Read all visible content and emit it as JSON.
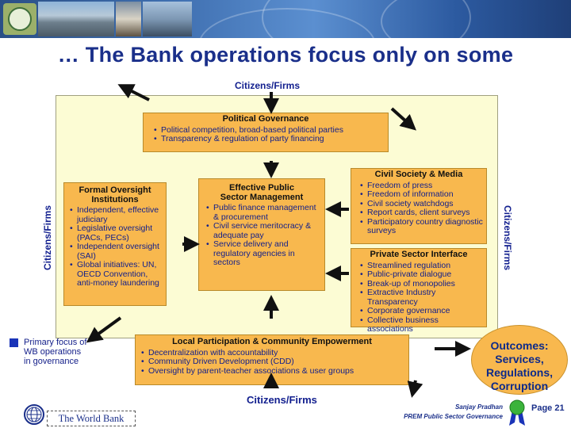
{
  "title": "… The Bank operations focus only on some",
  "labels": {
    "top": "Citizens/Firms",
    "bottom": "Citizens/Firms",
    "left": "Citizens/Firms",
    "right": "Citizens/Firms"
  },
  "political": {
    "heading": "Political Governance",
    "items": [
      "Political competition, broad-based political parties",
      "Transparency & regulation of party financing"
    ]
  },
  "formal": {
    "heading": "Formal Oversight Institutions",
    "items": [
      "Independent, effective judiciary",
      "Legislative oversight (PACs, PECs)",
      "Independent oversight (SAI)",
      "Global initiatives: UN, OECD Convention, anti-money laundering"
    ]
  },
  "public": {
    "heading": "Effective Public Sector Management",
    "items": [
      "Public finance management & procurement",
      "Civil service meritocracy & adequate pay",
      "Service delivery and regulatory agencies in sectors"
    ]
  },
  "civil": {
    "heading": "Civil Society & Media",
    "items": [
      "Freedom of press",
      "Freedom of information",
      "Civil society watchdogs",
      "Report cards, client surveys",
      "Participatory country diagnostic surveys"
    ]
  },
  "private": {
    "heading": "Private Sector Interface",
    "items": [
      "Streamlined regulation",
      "Public-private dialogue",
      "Break-up of monopolies",
      "Extractive Industry Transparency",
      "Corporate governance",
      "Collective business associations"
    ]
  },
  "local": {
    "heading": "Local Participation & Community Empowerment",
    "items": [
      "Decentralization with accountability",
      "Community Driven Development (CDD)",
      "Oversight by parent-teacher associations & user groups"
    ]
  },
  "outcomes": {
    "line1": "Outcomes:",
    "line2": "Services,",
    "line3": "Regulations,",
    "line4": "Corruption"
  },
  "legend": {
    "text": "Primary focus of WB operations in governance",
    "color": "#1a34b8"
  },
  "footer": {
    "org": "The World Bank",
    "author": "Sanjay Pradhan",
    "unit": "PREM Public Sector Governance",
    "page": "Page 21"
  },
  "colors": {
    "box_fill": "#f8b84e",
    "area_fill": "#fcfcd4",
    "title": "#1a2f8a",
    "arrow": "#111111"
  }
}
